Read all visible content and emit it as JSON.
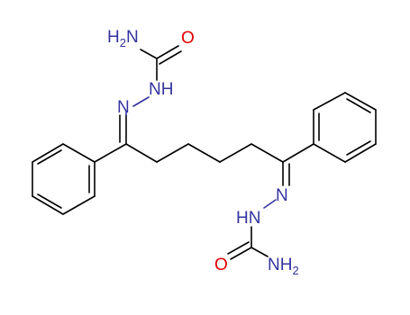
{
  "molecule": {
    "atom_labels": {
      "nh2_top": {
        "text": "H",
        "sub": "2",
        "tail": "N"
      },
      "o_top": "O",
      "nh_top": "NH",
      "n_top": "N",
      "n_bottom": "N",
      "hn_bottom": "HN",
      "o_bottom": "O",
      "nh2_bottom": {
        "text": "NH",
        "sub": "2"
      }
    },
    "colors": {
      "carbon_bond": "#000000",
      "nitrogen": "#3333a0",
      "oxygen": "#e00000"
    }
  }
}
